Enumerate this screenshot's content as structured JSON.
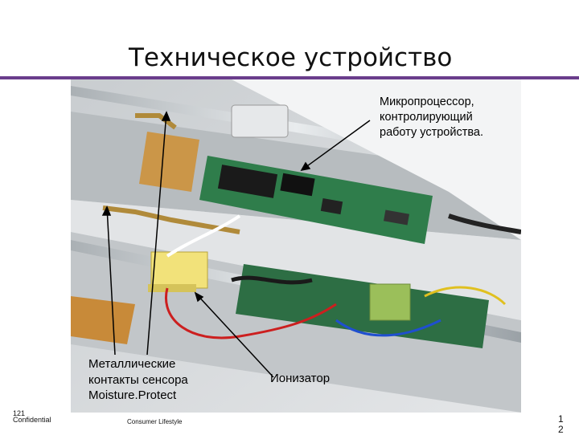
{
  "slide": {
    "title": "Техническое устройство",
    "accent_color": "#6a3d8c"
  },
  "labels": {
    "microprocessor": [
      "Микропроцессор,",
      "контролирующий",
      "работу устройства."
    ],
    "ionizer": "Ионизатор",
    "sensor": [
      "Металлические",
      "контакты сенсора",
      "Moisture.Protect"
    ]
  },
  "footer": {
    "slide_number": "121",
    "confidential": "Confidential",
    "brand": "Consumer Lifestyle",
    "page": "12"
  },
  "photo": {
    "subject": "disassembled hair dryer electronics"
  }
}
